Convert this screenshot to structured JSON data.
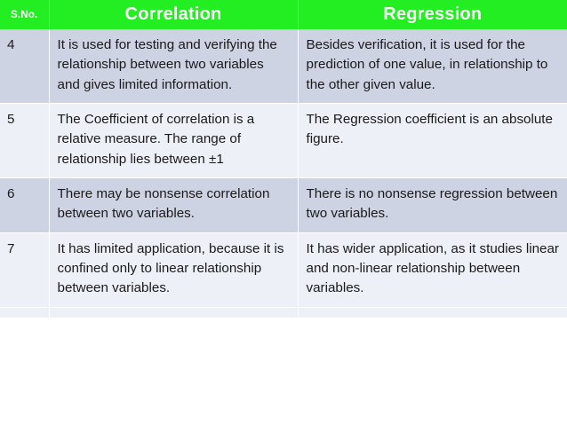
{
  "table": {
    "headers": {
      "sno": "S.No.",
      "left": "Correlation",
      "right": "Regression"
    },
    "header_bg": "#22ee22",
    "header_text_color": "#ffffff",
    "row_bg_dark": "#ced3e3",
    "row_bg_light": "#edf0f7",
    "rows": [
      {
        "sno": "4",
        "correlation": "It is used for testing and verifying the relationship between two variables and gives limited information.",
        "regression": "Besides verification, it is used for the prediction of one value, in relationship to the other given value."
      },
      {
        "sno": "5",
        "correlation": "The Coefficient of correlation is a relative measure. The range of relationship lies between ±1",
        "regression": "The Regression coefficient is an absolute figure."
      },
      {
        "sno": "6",
        "correlation": "There may be nonsense correlation between two variables.",
        "regression": "There is no nonsense regression between two variables."
      },
      {
        "sno": "7",
        "correlation": "It has limited application, because it is confined only to linear relationship between variables.",
        "regression": "It has wider application, as it studies linear and non-linear relationship between variables."
      }
    ]
  }
}
